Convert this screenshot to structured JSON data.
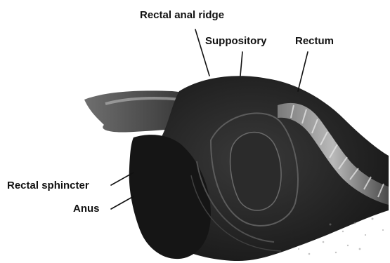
{
  "labels": {
    "rectal_anal_ridge": "Rectal anal ridge",
    "suppository": "Suppository",
    "rectum": "Rectum",
    "rectal_sphincter": "Rectal sphincter",
    "anus": "Anus"
  },
  "colors": {
    "ink": "#111111",
    "body_dark": "#1c1c1c",
    "body_mid": "#3a3a3a",
    "body_light": "#9a9a9a",
    "background": "#ffffff"
  }
}
